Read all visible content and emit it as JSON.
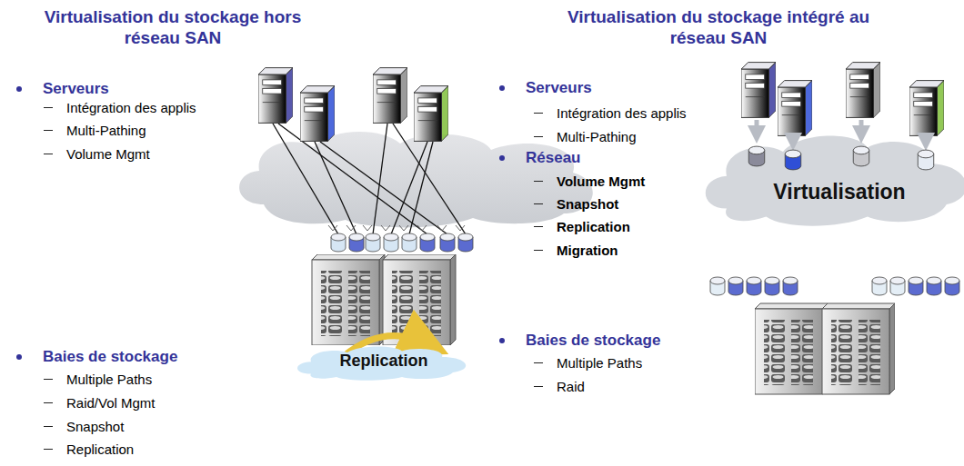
{
  "diagram": {
    "nodes": [
      {
        "text": [
          "Virtualisation"
        ]
      },
      {
        "text": [
          "Replication"
        ]
      }
    ],
    "labels": [
      "Virtualisation du stockage hors réseau SAN",
      "Virtualisation du stockage intégré au réseau SAN",
      "Serveurs",
      "Intégration des applis",
      "Multi-Pathing",
      "Volume Mgmt",
      "Baies de stockage",
      "Multiple Paths",
      "Raid/Vol Mgmt",
      "Snapshot",
      "Replication",
      "Serveurs",
      "Intégration des applis",
      "Multi-Pathing",
      "Réseau",
      "Volume Mgmt",
      "Snapshot",
      "Replication",
      "Migration",
      "Baies de stockage",
      "Multiple Paths",
      "Raid"
    ]
  }
}
